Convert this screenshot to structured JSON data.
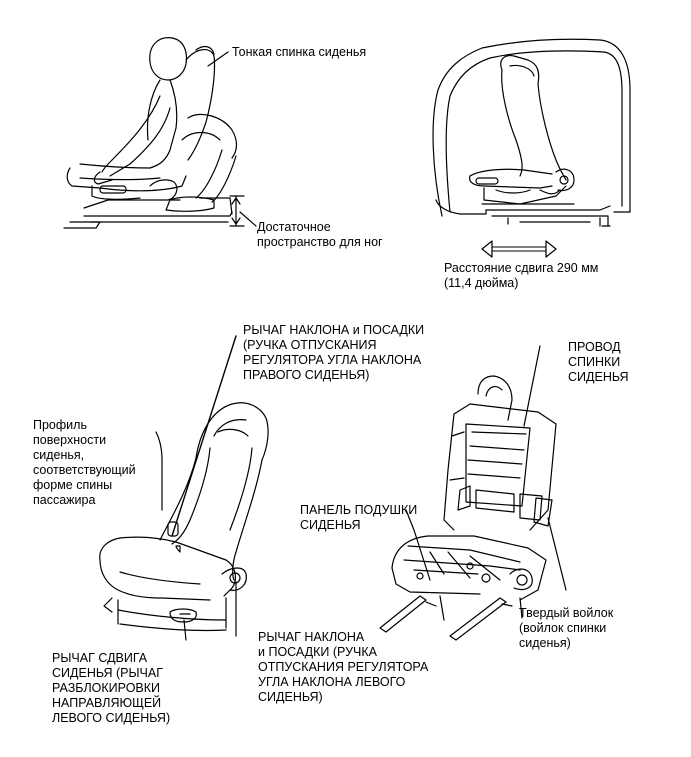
{
  "labels": {
    "thin_backrest": "Тонкая спинка сиденья",
    "legroom": [
      "Достаточное",
      "пространство для ног"
    ],
    "slide_distance": [
      "Расстояние сдвига 290 мм",
      "(11,4 дюйма)"
    ],
    "recline_right": [
      "РЫЧАГ НАКЛОНА и ПОСАДКИ",
      "(РУЧКА ОТПУСКАНИЯ",
      "РЕГУЛЯТОРА УГЛА НАКЛОНА",
      "ПРАВОГО СИДЕНЬЯ)"
    ],
    "seat_profile": [
      "Профиль",
      "поверхности",
      "сиденья,",
      "соответствующий",
      "форме спины",
      "пассажира"
    ],
    "backrest_wire": [
      "ПРОВОД",
      "СПИНКИ",
      "СИДЕНЬЯ"
    ],
    "cushion_panel": [
      "ПАНЕЛЬ ПОДУШКИ",
      "СИДЕНЬЯ"
    ],
    "hard_felt": [
      "Твердый войлок",
      "(войлок спинки",
      "сиденья)"
    ],
    "recline_left": [
      "РЫЧАГ НАКЛОНА",
      "и ПОСАДКИ (РУЧКА",
      "ОТПУСКАНИЯ РЕГУЛЯТОРА",
      "УГЛА НАКЛОНА ЛЕВОГО",
      "СИДЕНЬЯ)"
    ],
    "slide_lever": [
      "РЫЧАГ СДВИГА",
      "СИДЕНЬЯ (РЫЧАГ",
      "РАЗБЛОКИРОВКИ",
      "НАПРАВЛЯЮЩЕЙ",
      "ЛЕВОГО СИДЕНЬЯ)"
    ]
  }
}
